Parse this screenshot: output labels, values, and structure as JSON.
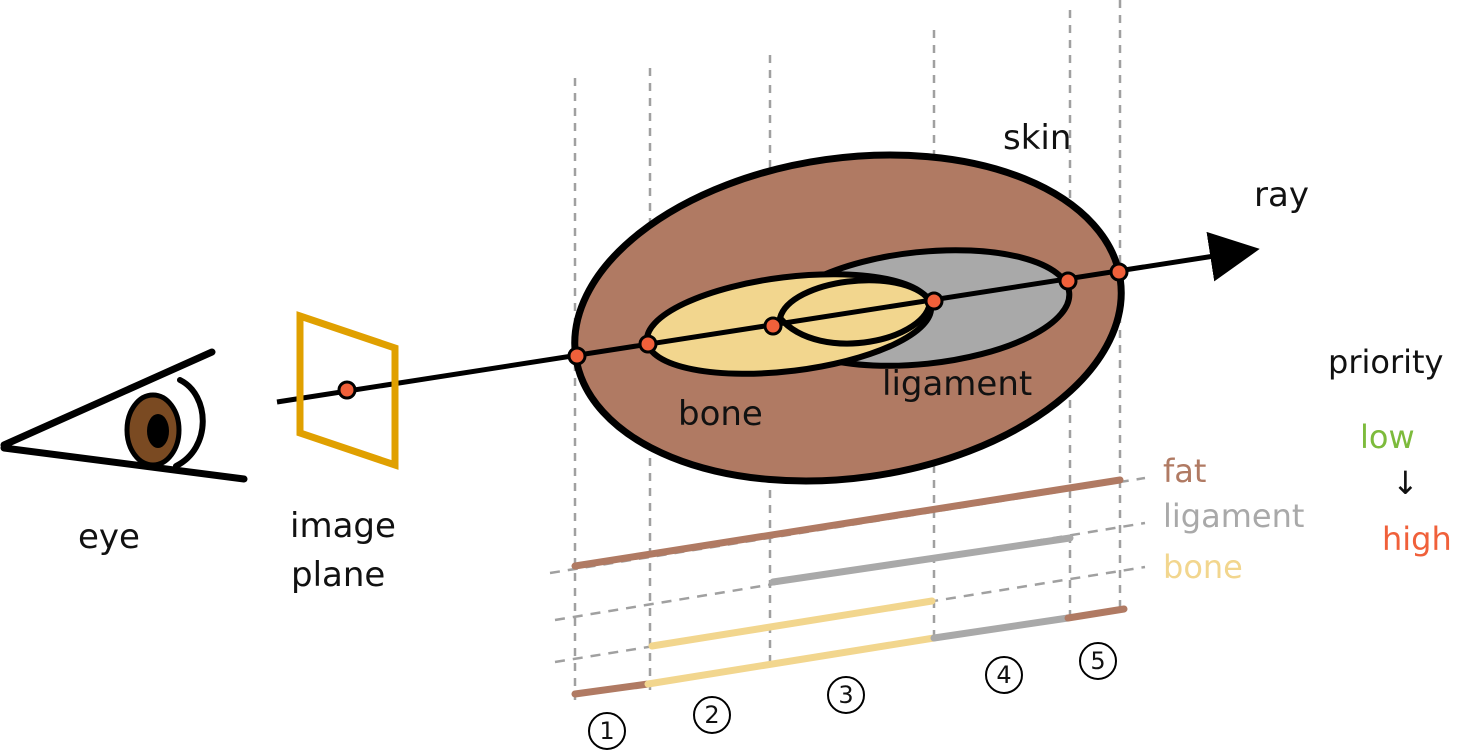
{
  "labels": {
    "eye": "eye",
    "image_plane_line1": "image",
    "image_plane_line2": "plane",
    "skin": "skin",
    "ray": "ray",
    "bone": "bone",
    "ligament": "ligament"
  },
  "legend": {
    "fat": "fat",
    "ligament": "ligament",
    "bone": "bone",
    "fat_color": "#b07a63",
    "ligament_color": "#a9a9a9",
    "bone_color": "#f2d68e"
  },
  "priority": {
    "title": "priority",
    "low": "low",
    "high": "high",
    "low_color": "#7dbb3c",
    "high_color": "#f0603a",
    "arrow": "↓"
  },
  "segments": [
    "1",
    "2",
    "3",
    "4",
    "5"
  ],
  "colors": {
    "skin_fill": "#b07a63",
    "bone_fill": "#f2d68e",
    "ligament_fill": "#a9a9a9",
    "eye_iris": "#7a4a22",
    "image_plane": "#e0a000",
    "intersection_point": "#f0603a"
  }
}
